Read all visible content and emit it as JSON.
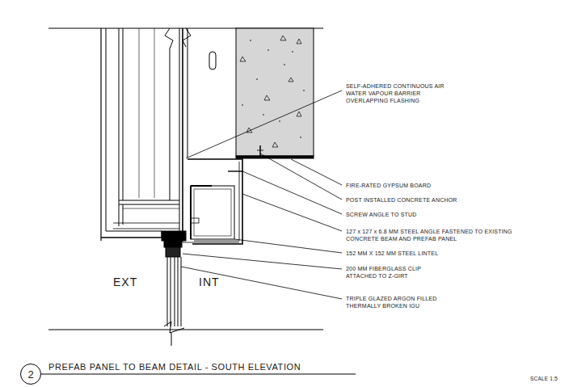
{
  "diagram": {
    "title": "PREFAB PANEL TO BEAM DETAIL - SOUTH ELEVATION",
    "nodes": [
      {
        "text": [
          "2"
        ]
      }
    ],
    "labels": [
      "SELF-ADHERED CONTINUOUS AIR WATER VAPOUR BARRIER OVERLAPPING FLASHING",
      "FIRE-RATED GYPSUM BOARD",
      "POST INSTALLED CONCRETE ANCHOR",
      "SCREW ANGLE TO STUD",
      "127 x 127 x 6.8 MM STEEL ANGLE FASTENED TO EXISTING CONCRETE BEAM AND PREFAB PANEL",
      "152 MM X 152 MM STEEL LINTEL",
      "200 MM FIBERGLASS CLIP ATTACHED TO Z-GIRT",
      "TRIPLE GLAZED ARGON FILLED THERMALLY BROKEN IGU",
      "EXT",
      "INT",
      "SCALE 1:5"
    ]
  }
}
